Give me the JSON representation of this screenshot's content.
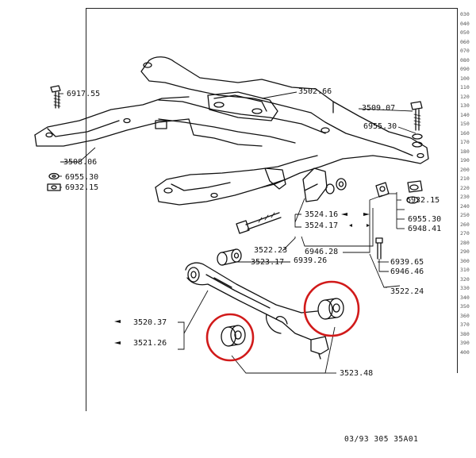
{
  "parts": [
    {
      "id": "p6917",
      "label": "6917.55"
    },
    {
      "id": "p350266",
      "label": "3502.66"
    },
    {
      "id": "p350907",
      "label": "3509.07"
    },
    {
      "id": "p695530a",
      "label": "6955.30"
    },
    {
      "id": "p350806",
      "label": "3508.06"
    },
    {
      "id": "p695530b",
      "label": "6955.30"
    },
    {
      "id": "p693215a",
      "label": "6932.15"
    },
    {
      "id": "p693215b",
      "label": "6932.15"
    },
    {
      "id": "p695530c",
      "label": "6955.30"
    },
    {
      "id": "p694841",
      "label": "6948.41"
    },
    {
      "id": "p352416",
      "label": "3524.16"
    },
    {
      "id": "p352417",
      "label": "3524.17"
    },
    {
      "id": "p352223",
      "label": "3522.23"
    },
    {
      "id": "p694628",
      "label": "6946.28"
    },
    {
      "id": "p352317",
      "label": "3523.17"
    },
    {
      "id": "p693926",
      "label": "6939.26"
    },
    {
      "id": "p693965",
      "label": "6939.65"
    },
    {
      "id": "p694646",
      "label": "6946.46"
    },
    {
      "id": "p352224",
      "label": "3522.24"
    },
    {
      "id": "p352037",
      "label": "3520.37"
    },
    {
      "id": "p352126",
      "label": "3521.26"
    },
    {
      "id": "p352348",
      "label": "3523.48"
    }
  ],
  "ruler": [
    "030",
    "040",
    "050",
    "060",
    "070",
    "080",
    "090",
    "100",
    "110",
    "120",
    "130",
    "140",
    "150",
    "160",
    "170",
    "180",
    "190",
    "200",
    "210",
    "220",
    "230",
    "240",
    "250",
    "260",
    "270",
    "280",
    "290",
    "300",
    "310",
    "320",
    "330",
    "340",
    "350",
    "360",
    "370",
    "380",
    "390",
    "400"
  ],
  "footer": "03/93  305  35A01",
  "highlight_color": "#d11a1a"
}
